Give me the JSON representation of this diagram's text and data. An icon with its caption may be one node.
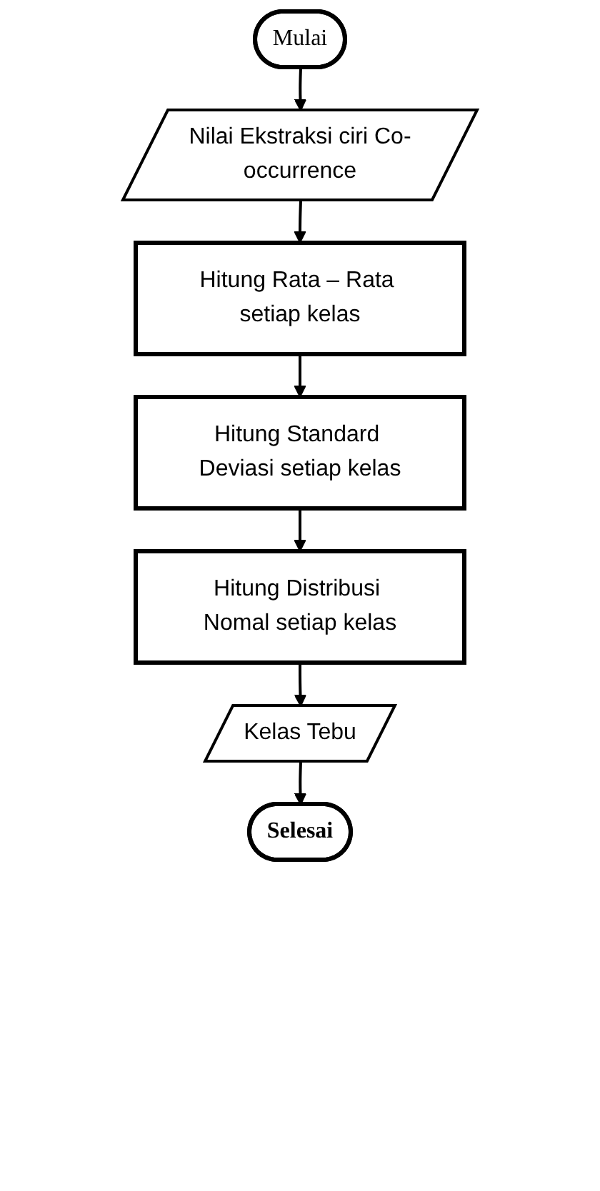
{
  "diagram": {
    "nodes": [
      {
        "text": [
          "Mulai"
        ]
      },
      {
        "text": [
          "Nilai Ekstraksi ciri Co-occurrence"
        ]
      },
      {
        "text": [
          "Hitung Rata – Rata setiap kelas"
        ]
      },
      {
        "text": [
          "Hitung Standard Deviasi setiap kelas"
        ]
      },
      {
        "text": [
          "Hitung Distribusi Nomal setiap kelas"
        ]
      },
      {
        "text": [
          "Kelas Tebu"
        ]
      },
      {
        "text": [
          "Selesai"
        ]
      }
    ],
    "edges": [
      {
        "from": 0,
        "to": 1,
        "arrow": "to"
      },
      {
        "from": 1,
        "to": 2,
        "arrow": "to"
      },
      {
        "from": 2,
        "to": 3,
        "arrow": "to"
      },
      {
        "from": 3,
        "to": 4,
        "arrow": "to"
      },
      {
        "from": 4,
        "to": 5,
        "arrow": "to"
      },
      {
        "from": 5,
        "to": 6,
        "arrow": "to"
      }
    ]
  }
}
